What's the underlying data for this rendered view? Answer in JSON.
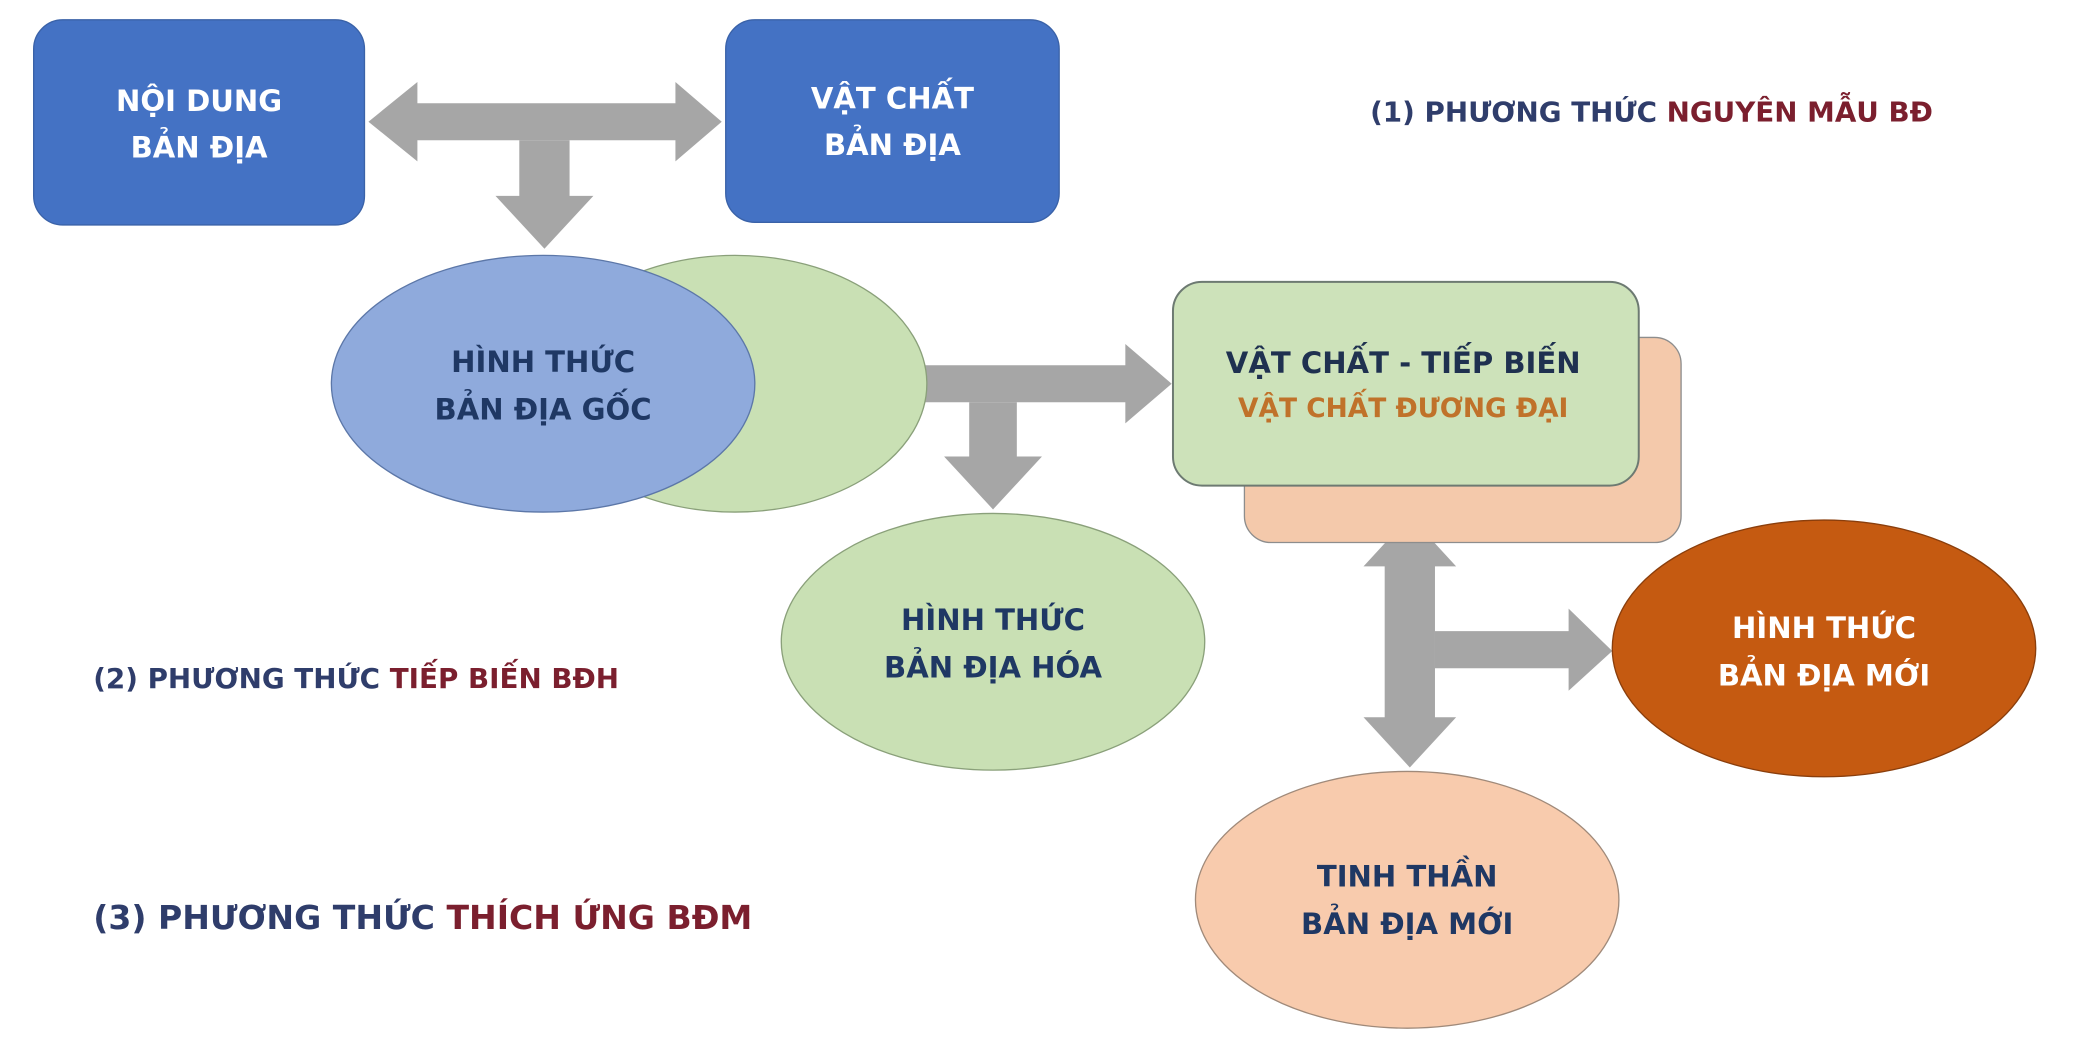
{
  "nodes": {
    "noi_dung": {
      "line1": "NỘI DUNG",
      "line2": "BẢN ĐỊA"
    },
    "vat_chat": {
      "line1": "VẬT CHẤT",
      "line2": "BẢN ĐỊA"
    },
    "hinh_thuc_goc": {
      "line1": "HÌNH THỨC",
      "line2": "BẢN ĐỊA GỐC"
    },
    "vat_chat_tiep_bien": {
      "line1": "VẬT CHẤT - TIẾP BIẾN",
      "line2": "VẬT CHẤT ĐƯƠNG ĐẠI"
    },
    "hinh_thuc_hoa": {
      "line1": "HÌNH THỨC",
      "line2": "BẢN ĐỊA HÓA"
    },
    "hinh_thuc_moi": {
      "line1": "HÌNH THỨC",
      "line2": "BẢN ĐỊA MỚI"
    },
    "tinh_than_moi": {
      "line1": "TINH THẦN",
      "line2": "BẢN ĐỊA MỚI"
    }
  },
  "methods": [
    {
      "prefix": "(1) PHƯƠNG THỨC ",
      "highlight": "NGUYÊN MẪU BĐ"
    },
    {
      "prefix": "(2) PHƯƠNG THỨC ",
      "highlight": "TIẾP BIẾN BĐH"
    },
    {
      "prefix": "(3) PHƯƠNG THỨC ",
      "highlight": "THÍCH ỨNG BĐM"
    }
  ],
  "colors": {
    "blue": "#4472C4",
    "navy": "#2F3D6B",
    "maroon": "#7B1F2E",
    "orange": "#C55A11",
    "arrow": "#A6A6A6"
  }
}
